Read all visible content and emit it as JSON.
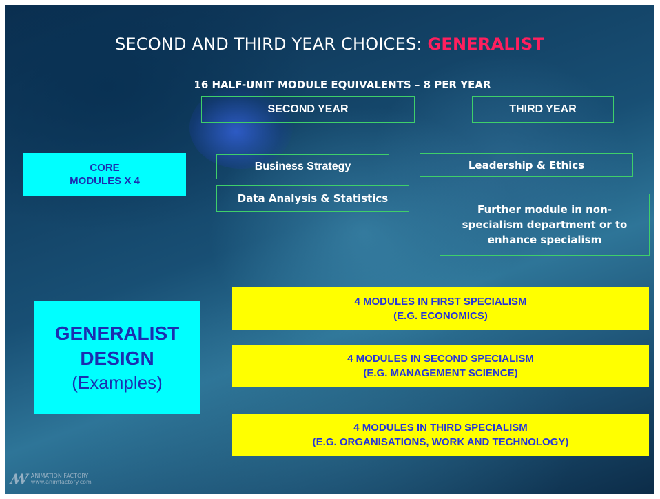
{
  "title": {
    "prefix": "SECOND AND THIRD YEAR CHOICES: ",
    "accent": "GENERALIST"
  },
  "subtitle": "16 HALF-UNIT MODULE EQUIVALENTS – 8 PER YEAR",
  "headers": {
    "second_year": "SECOND YEAR",
    "third_year": "THIRD YEAR"
  },
  "core": {
    "line1": "CORE",
    "line2": "MODULES X 4"
  },
  "modules": {
    "business_strategy": "Business Strategy",
    "data_analysis": "Data Analysis & Statistics",
    "leadership": "Leadership & Ethics",
    "further_line1": "Further module in non-",
    "further_line2": "specialism department or to",
    "further_line3": "enhance specialism"
  },
  "generalist": {
    "line1": "GENERALIST",
    "line2": "DESIGN",
    "line3": "(Examples)"
  },
  "specialisms": [
    {
      "line1": "4 MODULES IN FIRST SPECIALISM",
      "line2": "(E.G. ECONOMICS)"
    },
    {
      "line1": "4 MODULES IN SECOND SPECIALISM",
      "line2": "(E.G. MANAGEMENT SCIENCE)"
    },
    {
      "line1": "4 MODULES IN THIRD SPECIALISM",
      "line2": "(E.G. ORGANISATIONS, WORK AND TECHNOLOGY)"
    }
  ],
  "logo": {
    "name": "ANIMATION FACTORY",
    "url": "www.animfactory.com"
  },
  "colors": {
    "accent": "#ff1f5e",
    "outline": "#3fcf6a",
    "cyan": "#00ffff",
    "yellow": "#ffff00",
    "blue_text": "#2636d8"
  }
}
